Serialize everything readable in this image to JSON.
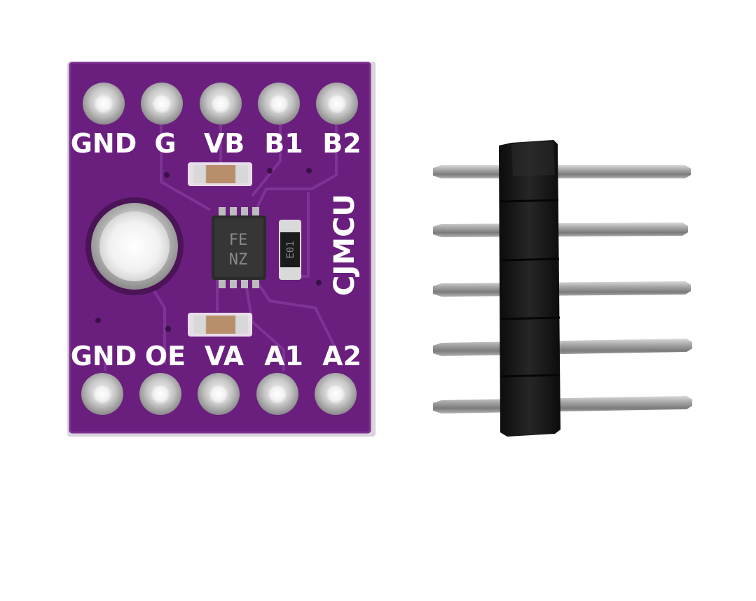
{
  "board": {
    "brand": "CJMCU",
    "top_pins": [
      "GND",
      "G",
      "VB",
      "B1",
      "B2"
    ],
    "bottom_pins": [
      "GND",
      "OE",
      "VA",
      "A1",
      "A2"
    ],
    "chip_marking_line1": "FE",
    "chip_marking_line2": "NZ",
    "resistor_marking": "E01"
  },
  "header": {
    "pin_count": 5
  },
  "colors": {
    "pcb": "#6a1f7e",
    "pcb_edge": "#d7d2da",
    "silkscreen": "#ffffff",
    "pad": "#c8c8c8",
    "pin": "#8e8e8e",
    "header_plastic": "#141414",
    "background": "#ffffff"
  }
}
